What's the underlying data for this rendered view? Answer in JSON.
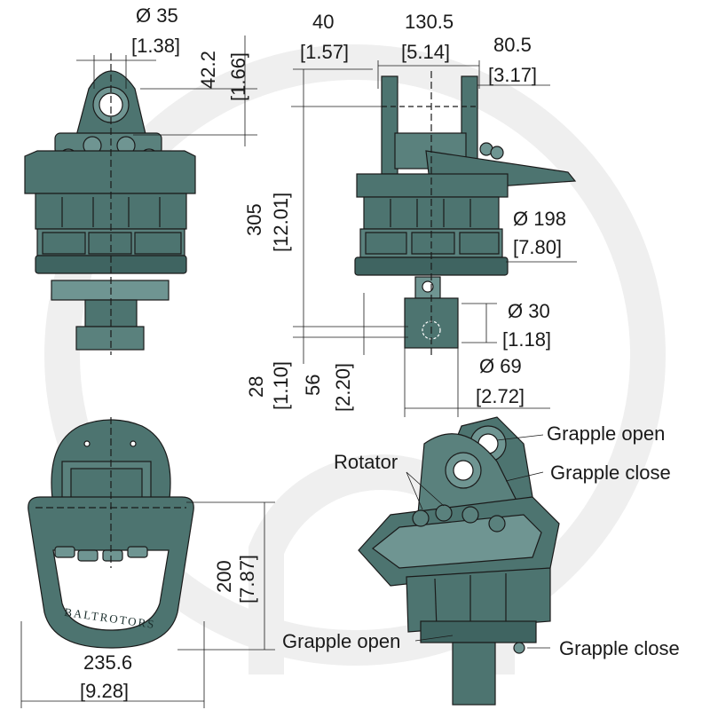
{
  "dimensions": {
    "pin_diameter": {
      "mm": "Ø 35",
      "in": "[1.38]"
    },
    "pin_height": {
      "mm": "42.2",
      "in": "[1.66]"
    },
    "offset": {
      "mm": "40",
      "in": "[1.57]"
    },
    "bracket_height": {
      "mm": "130.5",
      "in": "[5.14]"
    },
    "bracket_width": {
      "mm": "80.5",
      "in": "[3.17]"
    },
    "total_height": {
      "mm": "305",
      "in": "[12.01]"
    },
    "housing_diameter": {
      "mm": "Ø 198",
      "in": "[7.80]"
    },
    "bolt_diameter": {
      "mm": "Ø 30",
      "in": "[1.18]"
    },
    "shaft_diameter": {
      "mm": "Ø 69",
      "in": "[2.72]"
    },
    "shaft_offset": {
      "mm": "28",
      "in": "[1.10]"
    },
    "shaft_length": {
      "mm": "56",
      "in": "[2.20]"
    },
    "guard_height": {
      "mm": "200",
      "in": "[7.87]"
    },
    "guard_width": {
      "mm": "235.6",
      "in": "[9.28]"
    }
  },
  "callouts": {
    "grapple_open_top": "Grapple open",
    "rotator": "Rotator",
    "grapple_close_top": "Grapple close",
    "grapple_open_bottom": "Grapple open",
    "grapple_close_bottom": "Grapple close"
  },
  "brand_logo_text": "BALTROTORS",
  "colors": {
    "body": "#4d7470",
    "body_light": "#6f9592",
    "body_dark": "#2f4d4a",
    "line": "#1a1a1a",
    "watermark": "#eeeeee"
  }
}
